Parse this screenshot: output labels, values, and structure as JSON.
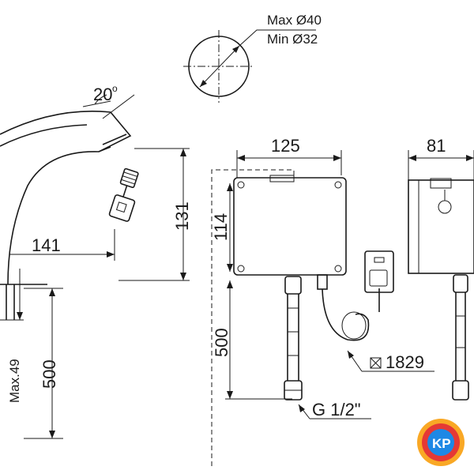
{
  "dimensions": {
    "spout_angle": "20",
    "spout_angle_unit": "o",
    "spout_reach": "141",
    "spout_height": "131",
    "max_deck_thickness": "Max.49",
    "faucet_hose_length": "500",
    "box_width": "125",
    "box_height": "114",
    "box_hose_length": "500",
    "box_depth": "81",
    "cable_length": "1829",
    "thread_size": "G 1/2\""
  },
  "hole": {
    "max_label": "Max Ø40",
    "min_label": "Min Ø32"
  },
  "logo": {
    "text": "KP",
    "color_primary": "#e53935",
    "color_secondary": "#f9a825",
    "color_tertiary": "#1e88e5"
  }
}
